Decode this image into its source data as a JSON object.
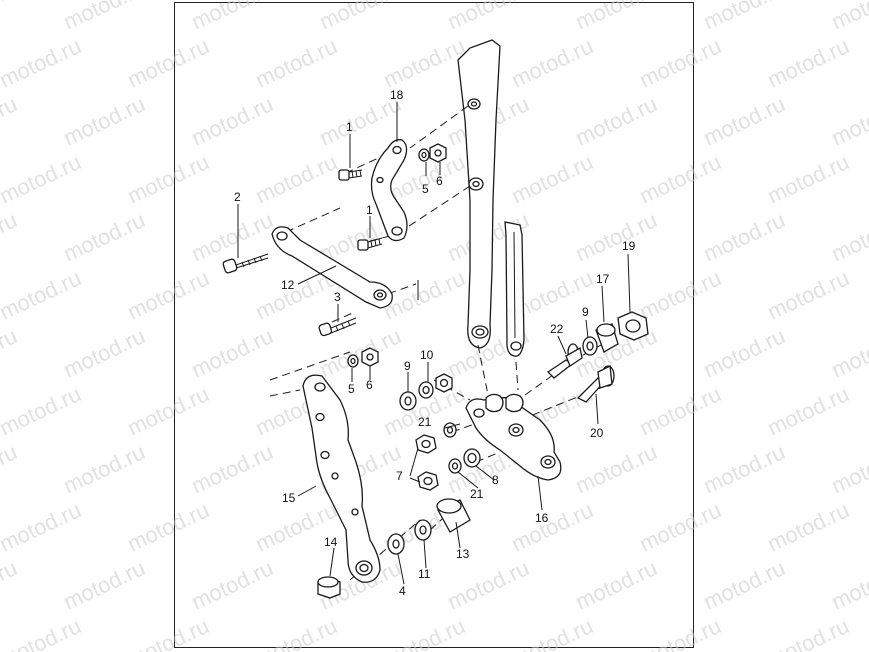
{
  "watermark": "motod.ru",
  "callouts": {
    "c1a": "1",
    "c1b": "1",
    "c2": "2",
    "c3": "3",
    "c4": "4",
    "c5a": "5",
    "c5b": "5",
    "c6a": "6",
    "c6b": "6",
    "c7": "7",
    "c8": "8",
    "c9a": "9",
    "c9b": "9",
    "c10": "10",
    "c11": "11",
    "c12": "12",
    "c13": "13",
    "c14": "14",
    "c15": "15",
    "c16": "16",
    "c17": "17",
    "c18": "18",
    "c19": "19",
    "c20": "20",
    "c21a": "21",
    "c21b": "21",
    "c22": "22"
  },
  "colors": {
    "line": "#1a1a1a",
    "background": "#ffffff",
    "watermark": "#c9c9c9"
  }
}
